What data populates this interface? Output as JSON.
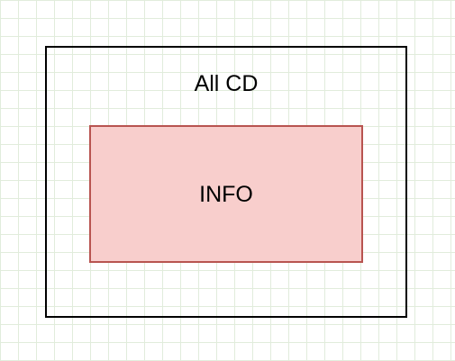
{
  "diagram": {
    "outer": {
      "label": "All CD",
      "border_color": "#000000",
      "fill_color": "transparent"
    },
    "inner": {
      "label": "INFO",
      "border_color": "#b85450",
      "fill_color": "#f8cecc"
    },
    "grid_color": "#e1ecdc"
  }
}
